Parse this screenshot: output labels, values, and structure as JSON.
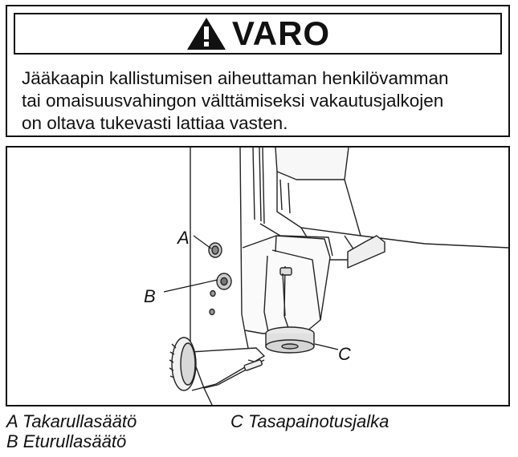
{
  "warning": {
    "title": "VARO",
    "text": "Jääkaapin kallistumisen aiheuttaman henkilövamman\ntai omaisuusvahingon välttämiseksi vakautusjalkojen\non oltava tukevasti lattiaa vasten.",
    "icon": "warning-triangle-icon"
  },
  "figure": {
    "callouts": {
      "a": "A",
      "b": "B",
      "c": "C"
    }
  },
  "legend": {
    "a": "A Takarullasäätö",
    "b": "B Eturullasäätö",
    "c": "C Tasapainotusjalka"
  }
}
